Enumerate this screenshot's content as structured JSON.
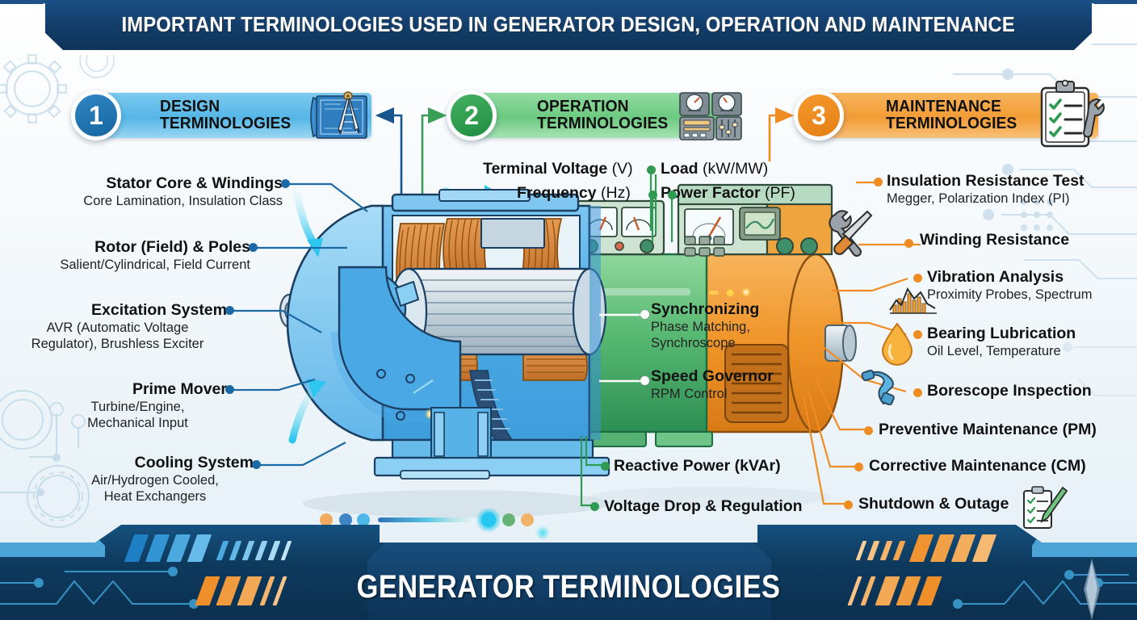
{
  "header": {
    "title": "IMPORTANT TERMINOLOGIES USED IN GENERATOR DESIGN, OPERATION AND MAINTENANCE"
  },
  "footer": {
    "title": "GENERATOR TERMINOLOGIES"
  },
  "colors": {
    "design_blue": "#55b6e6",
    "design_badge": "#1b6aa5",
    "operation_green": "#6cc97f",
    "operation_badge": "#2f9a52",
    "maintenance_orange": "#f29c36",
    "maintenance_badge": "#ef8c22",
    "header_navy": "#123c68",
    "text_dark": "#111111"
  },
  "sections": [
    {
      "number": "1",
      "title": "DESIGN\nTERMINOLOGIES",
      "icon": "blueprint-compass-icon"
    },
    {
      "number": "2",
      "title": "OPERATION\nTERMINOLOGIES",
      "icon": "control-panel-gauges-icon"
    },
    {
      "number": "3",
      "title": "MAINTENANCE\nTERMINOLOGIES",
      "icon": "clipboard-wrench-icon"
    }
  ],
  "design_items": [
    {
      "title": "Stator Core & Windings",
      "sub": "Core Lamination, Insulation Class"
    },
    {
      "title": "Rotor (Field) & Poles",
      "sub": "Salient/Cylindrical, Field Current"
    },
    {
      "title": "Excitation System",
      "sub": "AVR (Automatic Voltage\nRegulator), Brushless Exciter"
    },
    {
      "title": "Prime Mover",
      "sub": "Turbine/Engine,\nMechanical Input"
    },
    {
      "title": "Cooling System",
      "sub": "Air/Hydrogen Cooled,\nHeat Exchangers"
    }
  ],
  "operation_top": [
    {
      "title": "Terminal Voltage",
      "unit": "(V)"
    },
    {
      "title": "Load",
      "unit": "(kW/MW)"
    },
    {
      "title": "Frequency",
      "unit": "(Hz)"
    },
    {
      "title": "Power Factor",
      "unit": "(PF)"
    }
  ],
  "operation_overlay": [
    {
      "title": "Synchronizing",
      "sub": "Phase Matching,\nSynchroscope"
    },
    {
      "title": "Speed Governor",
      "sub": "RPM Control"
    }
  ],
  "operation_bottom": [
    {
      "title": "Reactive Power (kVAr)"
    },
    {
      "title": "Voltage Drop & Regulation"
    }
  ],
  "maintenance_items": [
    {
      "title": "Insulation Resistance Test",
      "sub": "Megger, Polarization Index (PI)",
      "icon": ""
    },
    {
      "title": "Winding Resistance",
      "sub": "",
      "icon": "wrench-screwdriver-icon"
    },
    {
      "title": "Vibration Analysis",
      "sub": "Proximity Probes, Spectrum",
      "icon": "spectrum-chart-icon"
    },
    {
      "title": "Bearing Lubrication",
      "sub": "Oil Level, Temperature",
      "icon": "oil-drop-icon"
    },
    {
      "title": "Borescope Inspection",
      "sub": "",
      "icon": "borescope-icon"
    },
    {
      "title": "Preventive Maintenance (PM)",
      "sub": "",
      "icon": ""
    },
    {
      "title": "Corrective Maintenance (CM)",
      "sub": "",
      "icon": ""
    },
    {
      "title": "Shutdown & Outage",
      "sub": "",
      "icon": "clipboard-pen-icon"
    }
  ]
}
